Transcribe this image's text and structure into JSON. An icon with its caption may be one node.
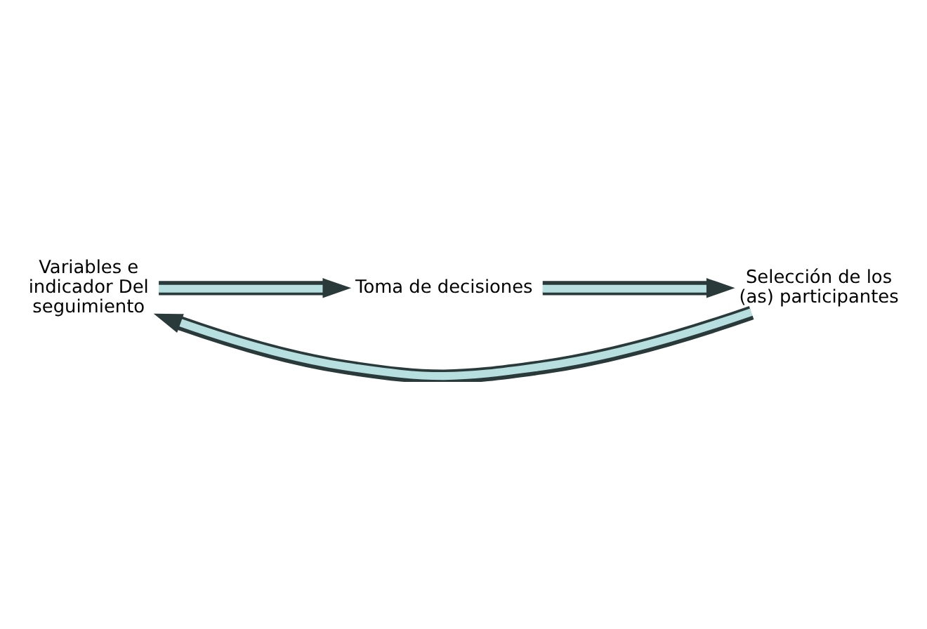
{
  "diagram": {
    "nodes": [
      {
        "text": [
          "Variables e indicador Del seguimiento"
        ]
      },
      {
        "text": [
          "Toma de decisiones"
        ]
      },
      {
        "text": [
          "Selección de los (as) participantes"
        ]
      }
    ],
    "edges": [
      {
        "from": 0,
        "to": 1,
        "arrow": "to"
      },
      {
        "from": 1,
        "to": 2,
        "arrow": "to"
      },
      {
        "from": 2,
        "to": 0,
        "arrow": "to"
      }
    ]
  }
}
